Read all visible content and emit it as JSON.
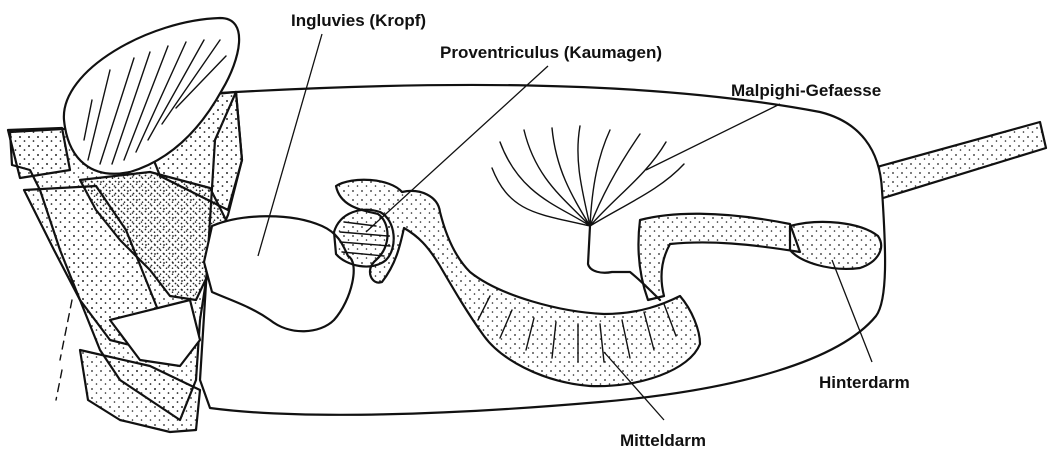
{
  "labels": {
    "ingluvies": "Ingluvies (Kropf)",
    "proventriculus": "Proventriculus (Kaumagen)",
    "malpighi": "Malpighi-Gefaesse",
    "hinterdarm": "Hinterdarm",
    "mitteldarm": "Mitteldarm"
  }
}
